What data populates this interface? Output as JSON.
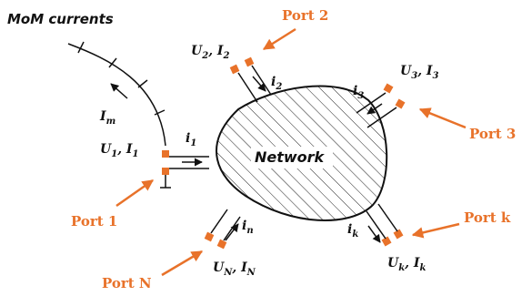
{
  "title": "MoM currents",
  "network_label": "Network",
  "accent_color": "#E8722A",
  "ports": [
    {
      "id": "port1",
      "label": "Port 1",
      "ui_label": [
        "U",
        "1",
        ", I",
        "1"
      ],
      "branch_current": [
        "i",
        "1"
      ]
    },
    {
      "id": "port2",
      "label": "Port 2",
      "ui_label": [
        "U",
        "2",
        ", I",
        "2"
      ],
      "branch_current": [
        "i",
        "2"
      ]
    },
    {
      "id": "port3",
      "label": "Port 3",
      "ui_label": [
        "U",
        "3",
        ", I",
        "3"
      ],
      "branch_current": [
        "i",
        "3"
      ]
    },
    {
      "id": "portk",
      "label": "Port k",
      "ui_label": [
        "U",
        "k",
        ", I",
        "k"
      ],
      "branch_current": [
        "i",
        "k"
      ]
    },
    {
      "id": "portN",
      "label": "Port N",
      "ui_label": [
        "U",
        "N",
        ", I",
        "N"
      ],
      "branch_current": [
        "i",
        "n"
      ]
    }
  ],
  "mom_current": [
    "I",
    "m"
  ]
}
